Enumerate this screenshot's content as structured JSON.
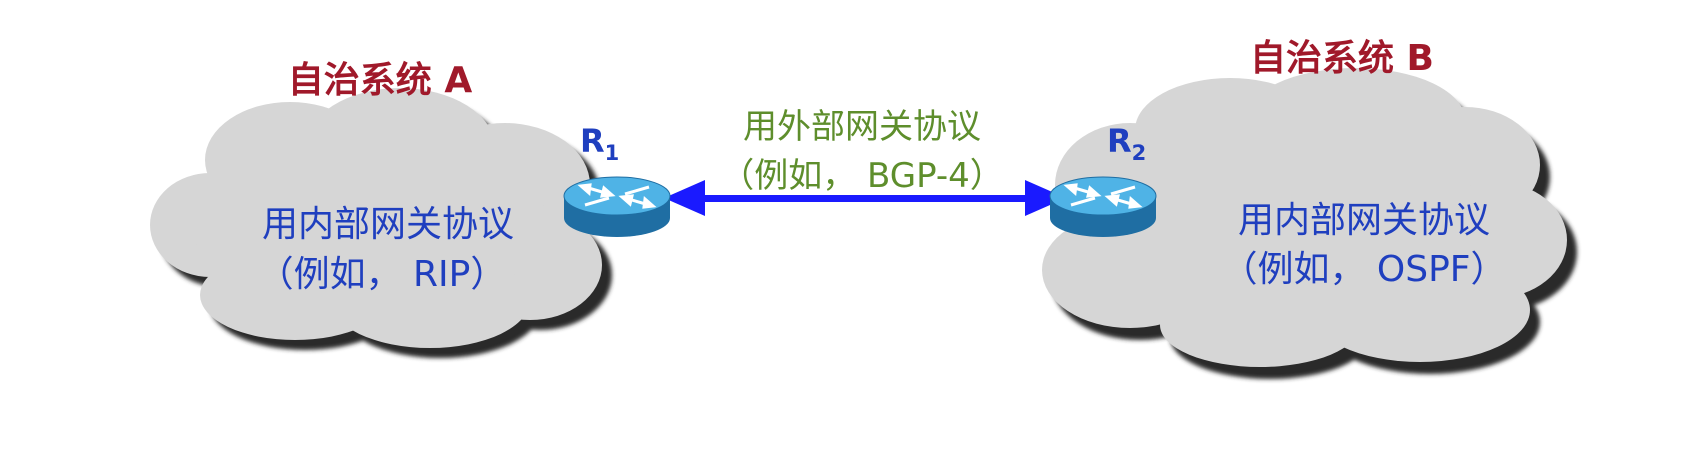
{
  "colors": {
    "title": "#a0192a",
    "cloud_text": "#1f3fbf",
    "protocol_text": "#5e8e2c",
    "router_label": "#1f3fbf",
    "arrow": "#1a1aff",
    "cloud_fill": "#d6d6d6",
    "cloud_shadow": "#2a2a2a",
    "router_top": "#4fb3e6",
    "router_side": "#1f6ea3"
  },
  "icons": [
    "cloud-icon",
    "router-icon",
    "double-arrow-icon"
  ],
  "as_a": {
    "title": "自治系统 A",
    "line1": "用内部网关协议",
    "line2": "（例如， RIP）"
  },
  "as_b": {
    "title": "自治系统 B",
    "line1": "用内部网关协议",
    "line2": "（例如， OSPF）"
  },
  "link": {
    "line1": "用外部网关协议",
    "line2": "（例如， BGP-4）"
  },
  "router1": {
    "label": "R",
    "sub": "1"
  },
  "router2": {
    "label": "R",
    "sub": "2"
  }
}
